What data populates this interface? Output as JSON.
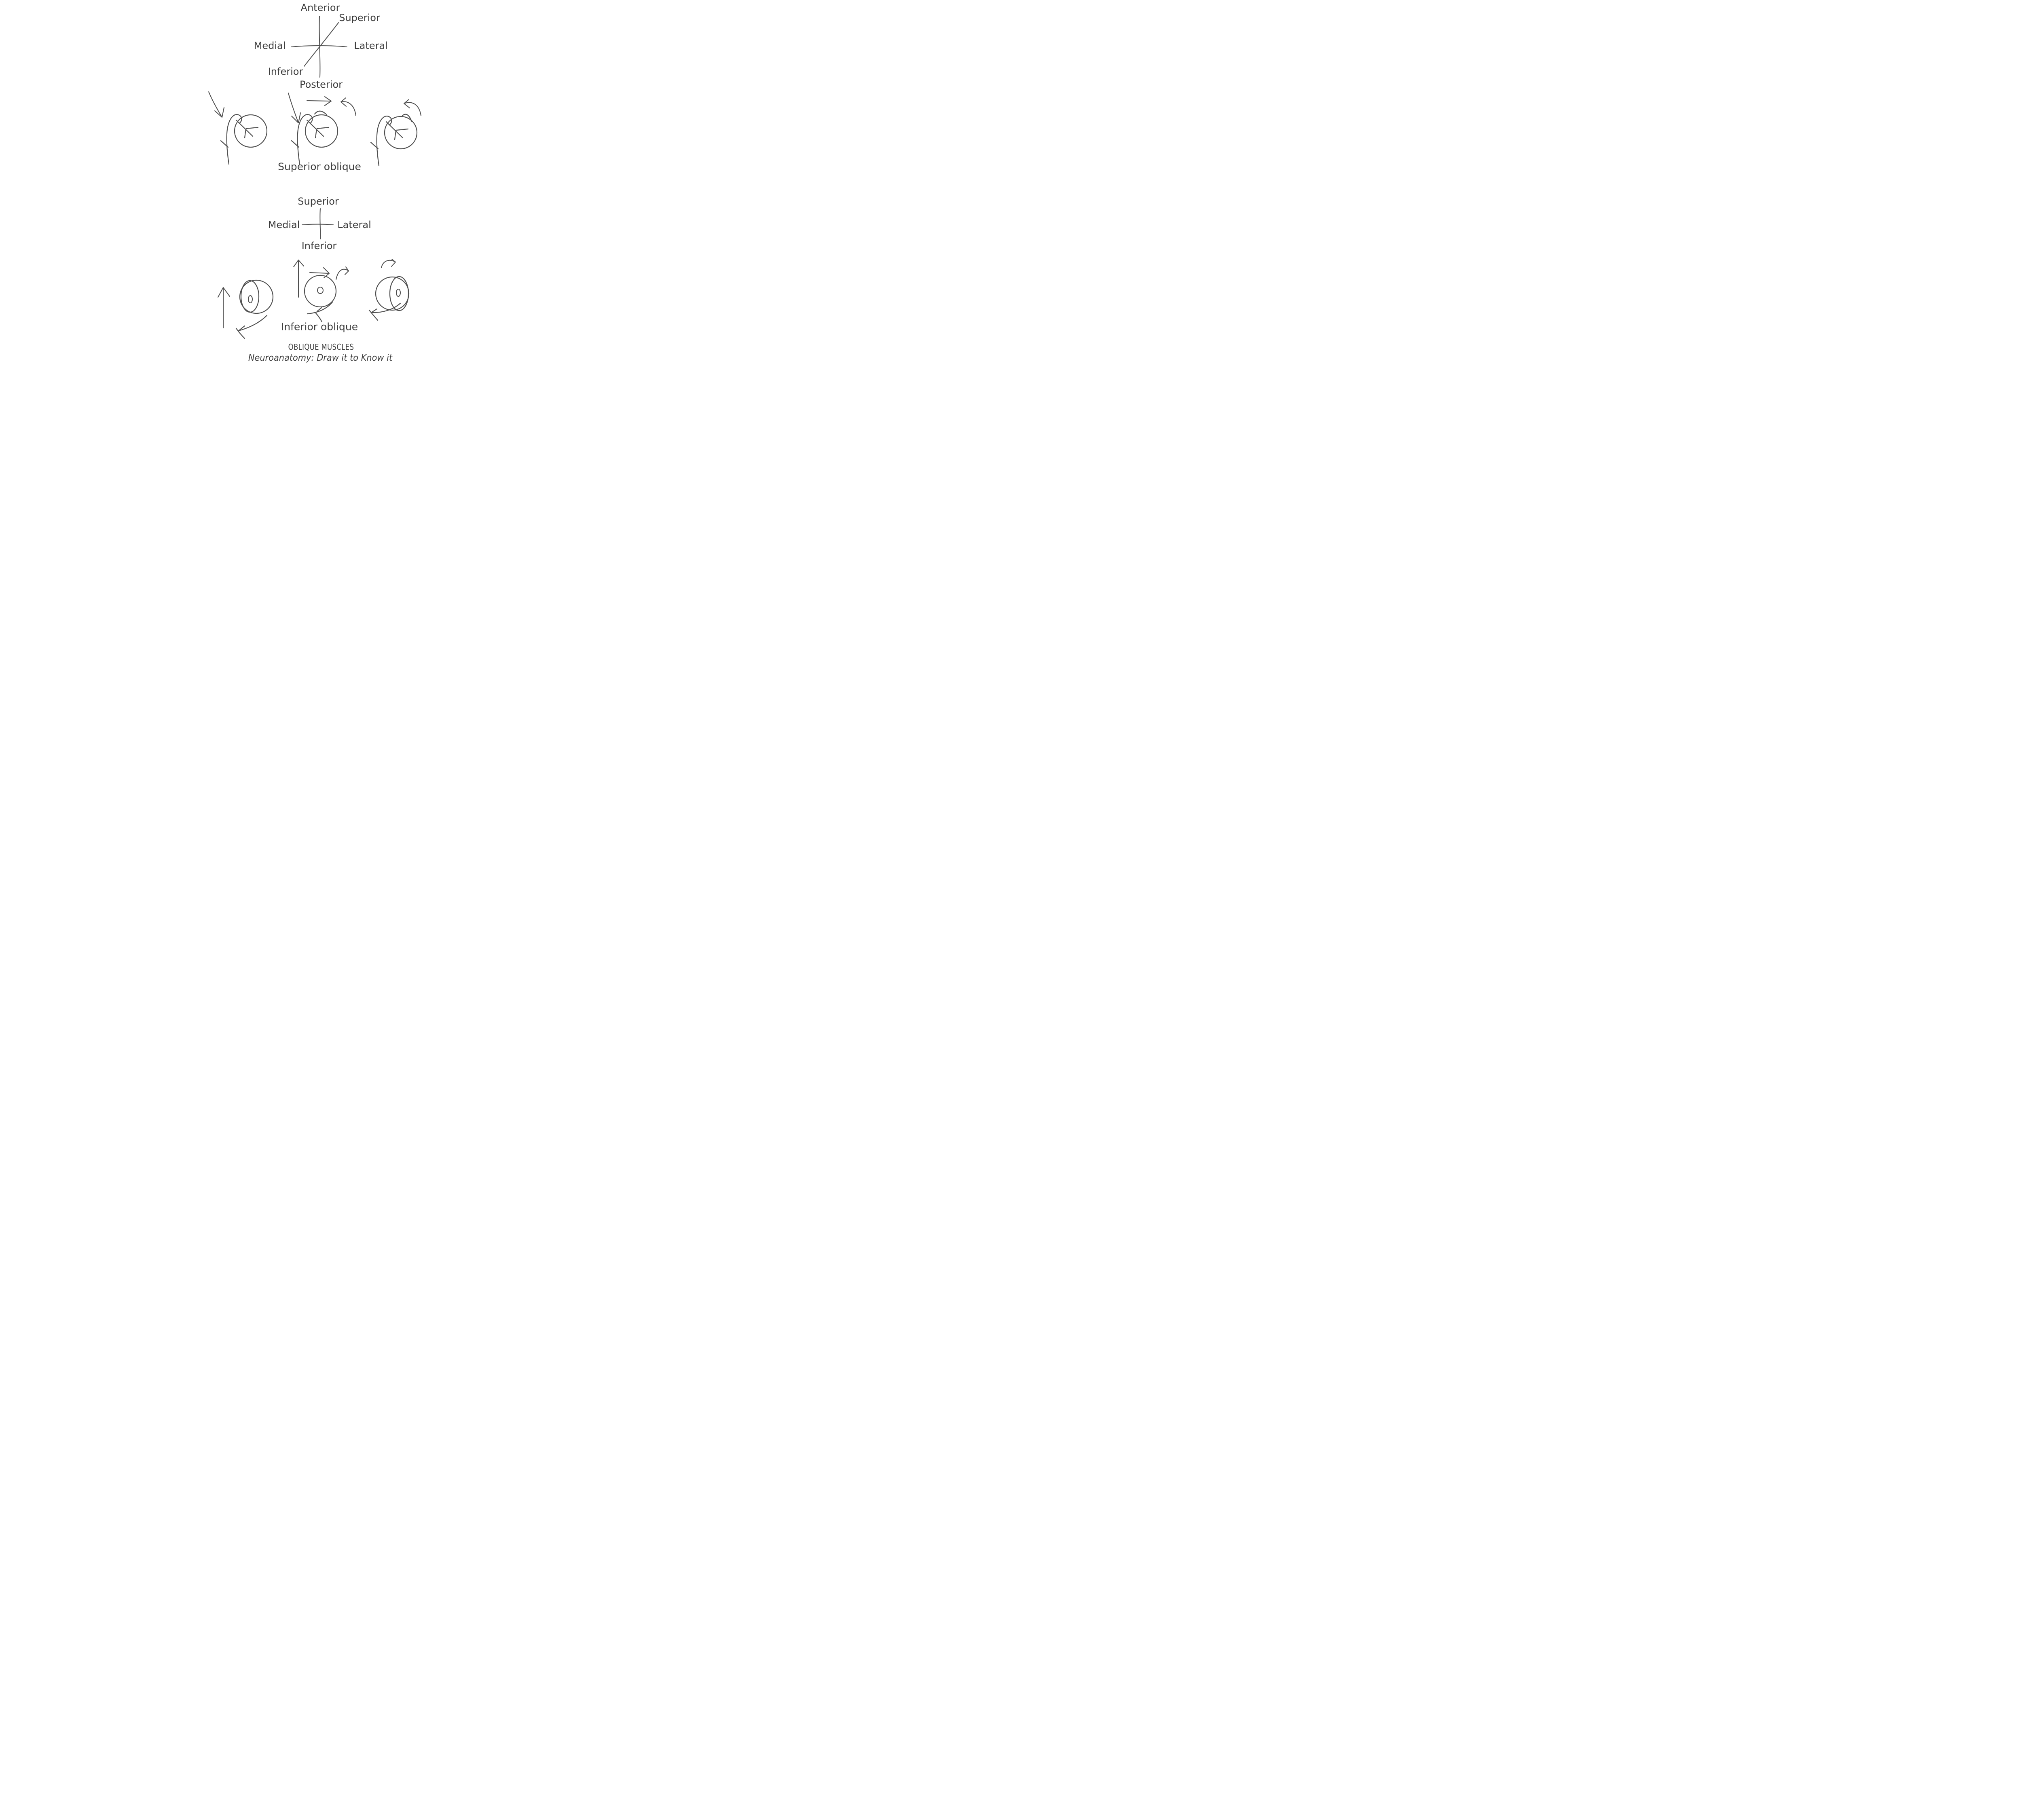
{
  "colors": {
    "background": "#ffffff",
    "ink": "#4f4f4f",
    "text": "#3d3d3d"
  },
  "axes_3d": {
    "anterior": "Anterior",
    "superior": "Superior",
    "medial": "Medial",
    "lateral": "Lateral",
    "inferior": "Inferior",
    "posterior": "Posterior"
  },
  "axes_2d": {
    "superior": "Superior",
    "medial": "Medial",
    "lateral": "Lateral",
    "inferior": "Inferior"
  },
  "rows": {
    "superior_oblique_label": "Superior oblique",
    "inferior_oblique_label": "Inferior oblique"
  },
  "footer": {
    "title": "OBLIQUE MUSCLES",
    "subtitle": "Neuroanatomy: Draw it to Know it"
  }
}
